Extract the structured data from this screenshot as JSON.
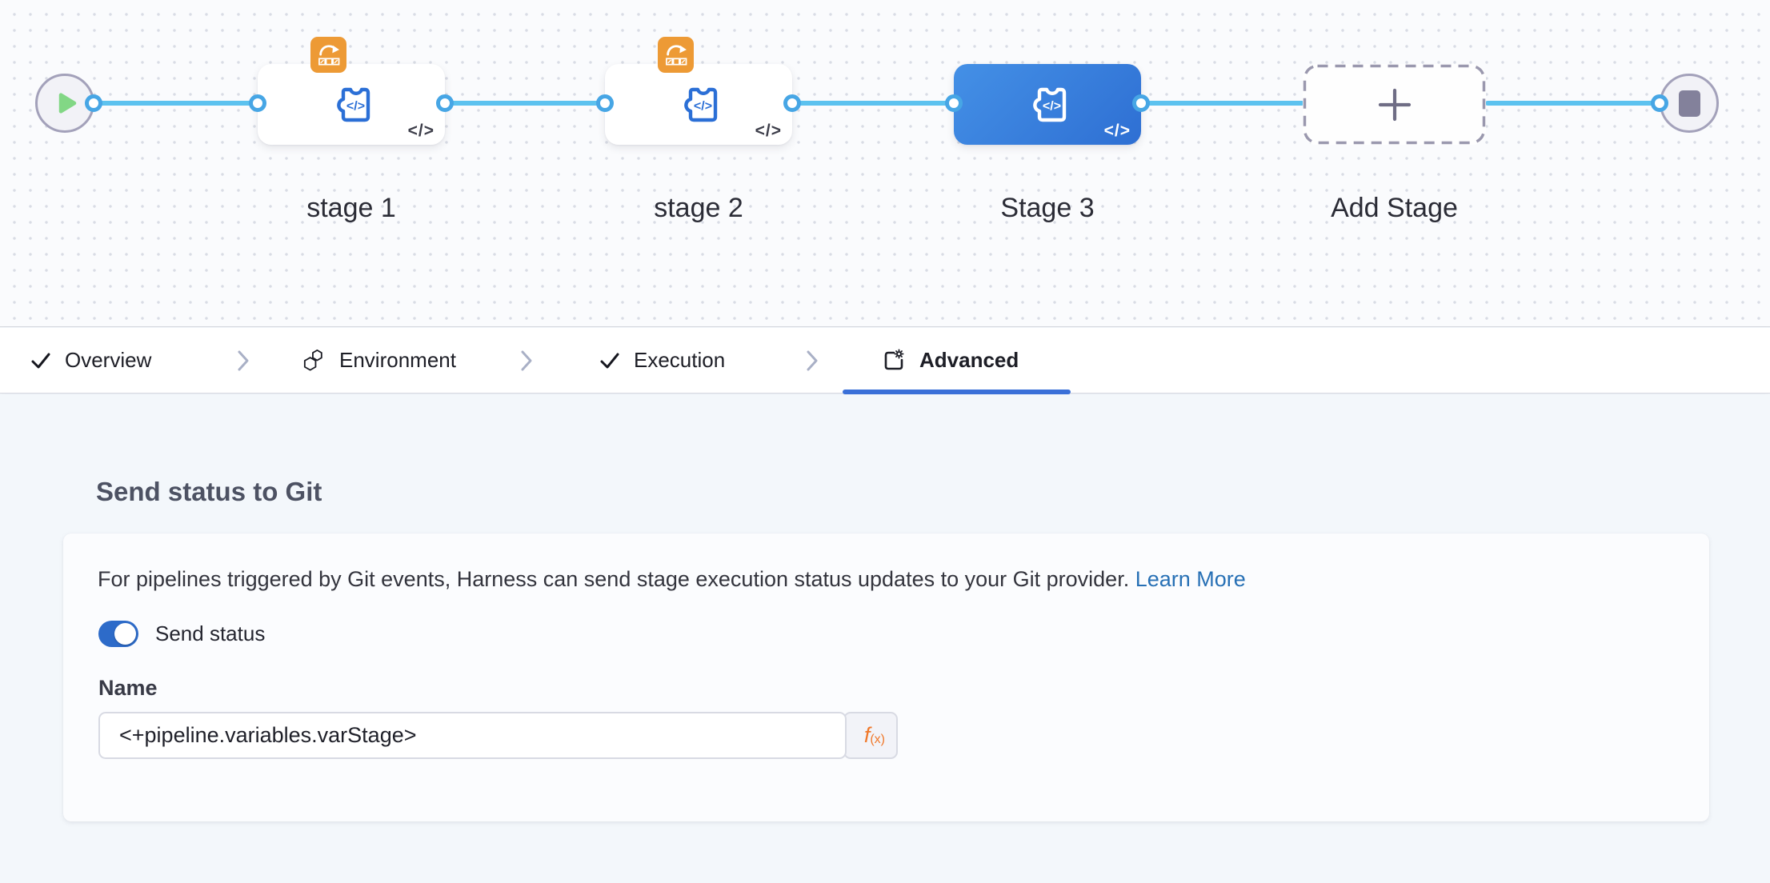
{
  "colors": {
    "accent_underline_blue": "#3a70d8",
    "connector_blue": "#5cc2ef",
    "connector_dot_ring": "#47a6e5",
    "selected_stage_gradient_start": "#4490e6",
    "selected_stage_gradient_end": "#2e6fd3",
    "stage_icon_blue": "#2b6fd6",
    "badge_orange": "#ed9a35",
    "toggle_on_blue": "#2d6bc9",
    "link_blue": "#2770b5",
    "fx_orange": "#f0782a",
    "play_green": "#82d785",
    "terminal_gray": "#83819b"
  },
  "pipeline": {
    "code_glyph": "</>",
    "stages": [
      {
        "label": "stage 1",
        "selected": false,
        "has_badge": true
      },
      {
        "label": "stage 2",
        "selected": false,
        "has_badge": true
      },
      {
        "label": "Stage 3",
        "selected": true,
        "has_badge": false
      }
    ],
    "add_stage_label": "Add Stage"
  },
  "tabs": {
    "items": [
      {
        "label": "Overview",
        "icon": "check-icon",
        "state": "complete"
      },
      {
        "label": "Environment",
        "icon": "hexagons-icon",
        "state": "default"
      },
      {
        "label": "Execution",
        "icon": "check-icon",
        "state": "complete"
      },
      {
        "label": "Advanced",
        "icon": "settings-doc-icon",
        "state": "active"
      }
    ]
  },
  "advanced_panel": {
    "section_title": "Send status to Git",
    "description": "For pipelines triggered by Git events, Harness can send stage execution status updates to your Git provider.",
    "learn_more_label": "Learn More",
    "toggle": {
      "label": "Send status",
      "on": true
    },
    "name_field": {
      "label": "Name",
      "value": "<+pipeline.variables.varStage>"
    },
    "fx_button": {
      "f": "f",
      "sub": "(x)"
    }
  }
}
